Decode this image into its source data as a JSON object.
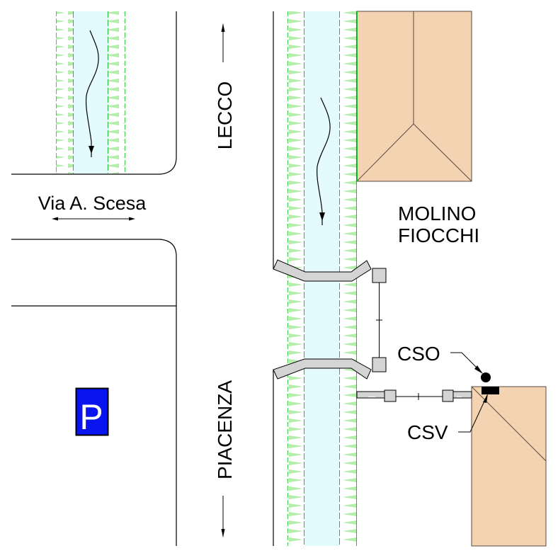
{
  "labels": {
    "street": "Via A. Scesa",
    "north_direction": "LECCO",
    "south_direction": "PIACENZA",
    "building": "MOLINO\nFIOCCHI",
    "building_line1": "MOLINO",
    "building_line2": "FIOCCHI",
    "cso": "CSO",
    "csv": "CSV",
    "parking": "P"
  },
  "icons": {
    "parking": "parking-sign-icon",
    "flow_arrow": "flow-direction-arrow-icon",
    "direction_arrow": "direction-arrow-icon"
  },
  "colors": {
    "water": "#e3fbfd",
    "bank_hatch": "#a8eba0",
    "bank_line": "#22bb33",
    "building": "#f3d3b1",
    "building_outline": "#5a4a40",
    "bridge": "#d4d4d4",
    "parking_bg": "#0a14ee",
    "parking_fg": "#ffffff"
  }
}
